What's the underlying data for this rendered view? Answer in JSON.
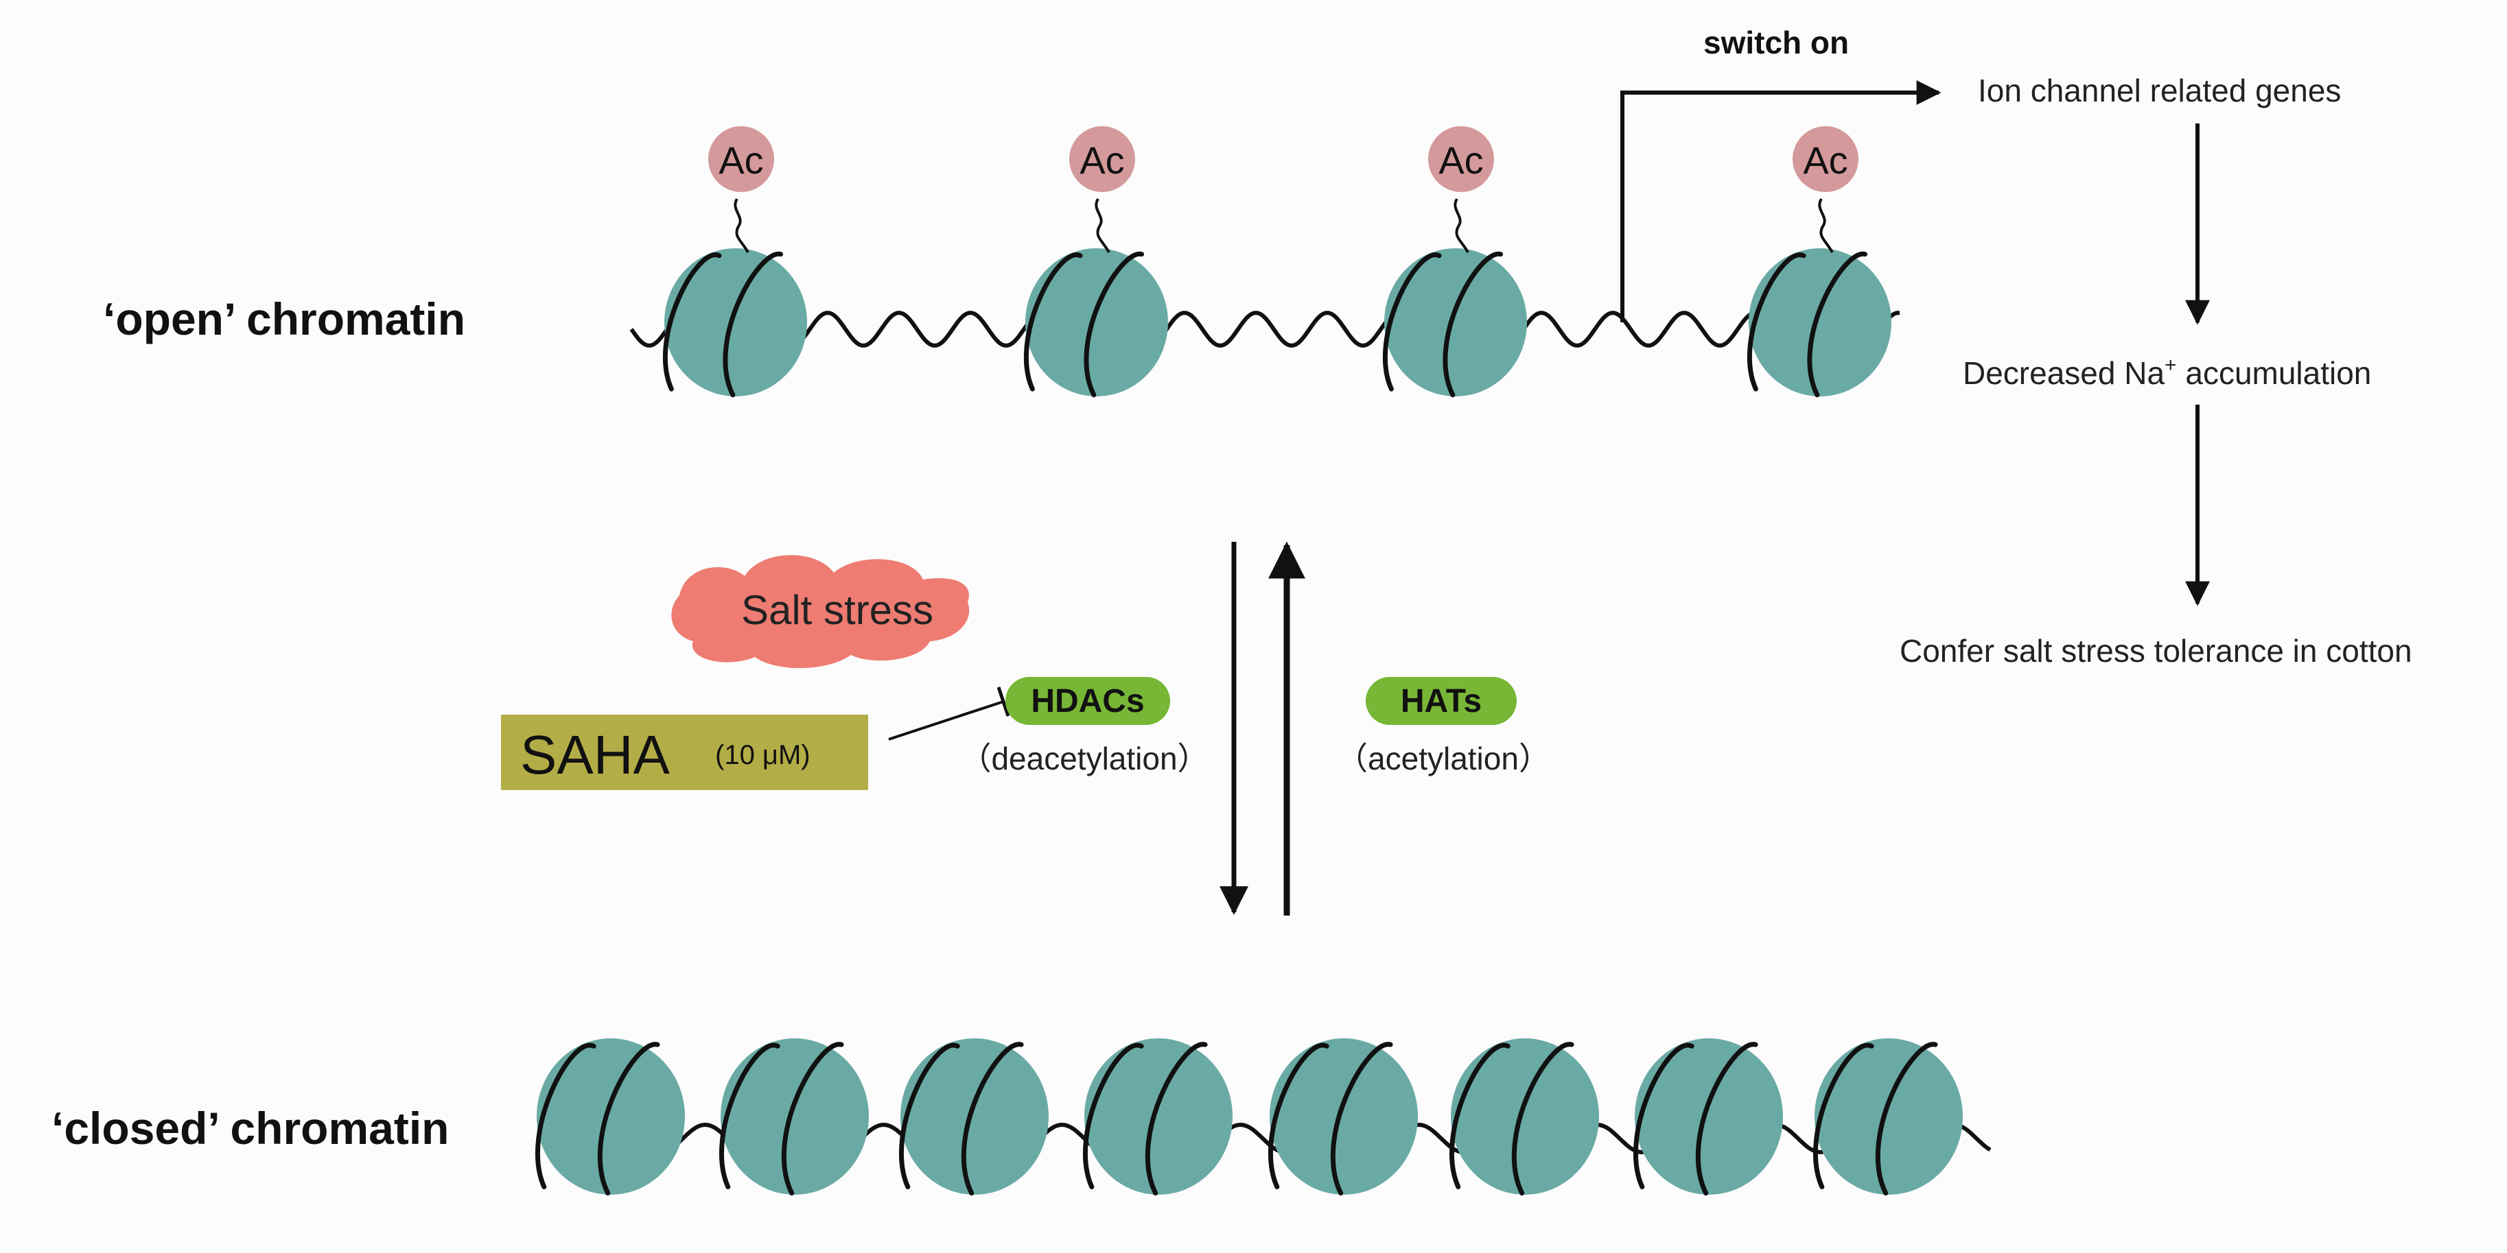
{
  "labels": {
    "open_chromatin": "‘open’ chromatin",
    "closed_chromatin": "‘closed’ chromatin",
    "switch_on": "switch on",
    "ion_channel_genes": "Ion channel related genes",
    "decreased_na": "Decreased Na",
    "decreased_na_sup": "+",
    "decreased_na_tail": " accumulation",
    "confer_tolerance": "Confer salt stress tolerance in cotton",
    "salt_stress": "Salt stress",
    "saha": "SAHA",
    "saha_conc": "(10 μM)",
    "hdacs": "HDACs",
    "deacetylation": "（deacetylation）",
    "hats": "HATs",
    "acetylation": "（acetylation）",
    "acetyl_tag": "Ac"
  },
  "colors": {
    "nucleosome": "#6aaaa5",
    "acetyl": "#d49a9b",
    "enzyme": "#78b636",
    "salt_cloud": "#ee7c72",
    "saha_box": "#b3ad47",
    "line": "#111111"
  }
}
